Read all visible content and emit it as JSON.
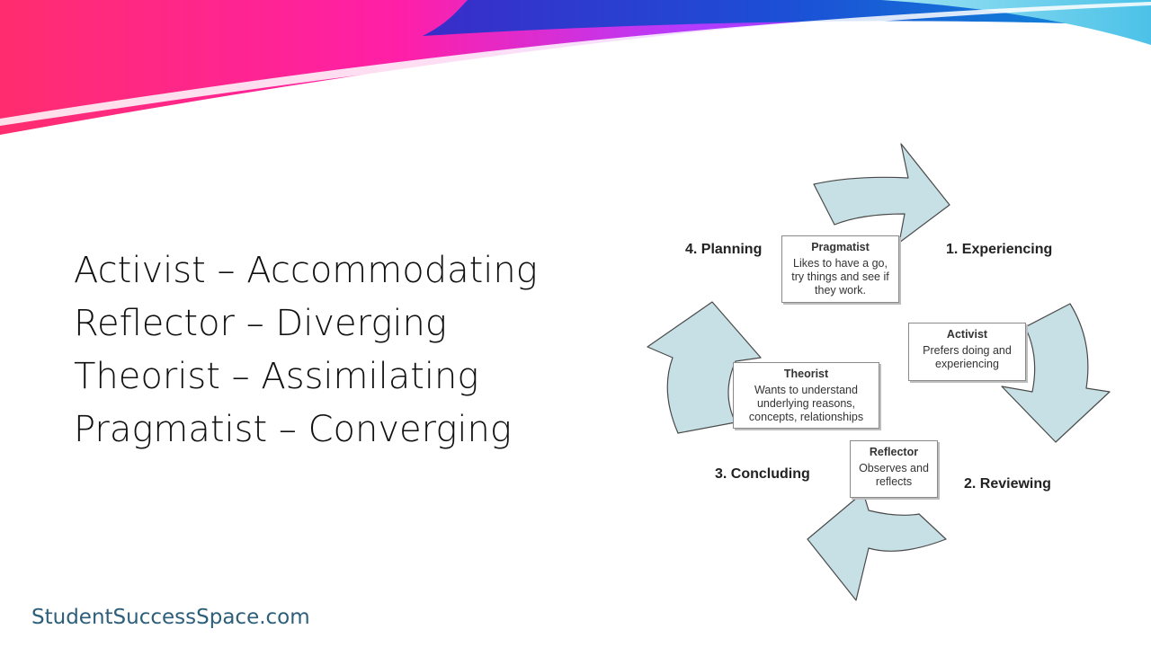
{
  "colors": {
    "banner_magenta": "#ff1fa8",
    "banner_violet": "#7a2cff",
    "banner_blue": "#1c4fd6",
    "banner_cyan": "#7fd8ef",
    "arrow_fill": "#c6e0e5",
    "arrow_stroke": "#4a4a4a",
    "footer_text": "#2d5e7a"
  },
  "mappings": [
    "Activist – Accommodating",
    "Reflector – Diverging",
    "Theorist – Assimilating",
    "Pragmatist – Converging"
  ],
  "footer": "StudentSuccessSpace.com",
  "diagram": {
    "stages": {
      "experiencing": "1. Experiencing",
      "reviewing": "2. Reviewing",
      "concluding": "3. Concluding",
      "planning": "4. Planning"
    },
    "styles": {
      "pragmatist": {
        "title": "Pragmatist",
        "desc": "Likes to have a go, try things and see if they work."
      },
      "activist": {
        "title": "Activist",
        "desc": "Prefers doing and experiencing"
      },
      "reflector": {
        "title": "Reflector",
        "desc": "Observes and reflects"
      },
      "theorist": {
        "title": "Theorist",
        "desc": "Wants to understand underlying reasons, concepts, relationships"
      }
    }
  }
}
